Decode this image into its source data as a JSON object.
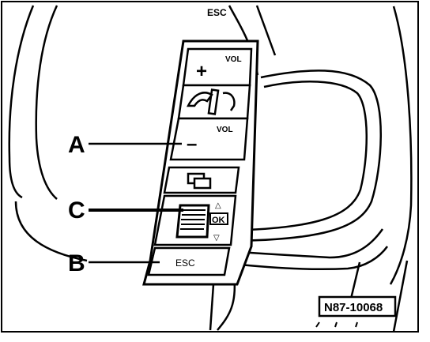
{
  "top_label": "ESC",
  "callouts": {
    "a": "A",
    "b": "B",
    "c": "C"
  },
  "keypad": {
    "vol_up": {
      "symbol": "+",
      "label": "VOL"
    },
    "vol_down": {
      "symbol": "–",
      "label": "VOL"
    },
    "phone_icon": "phone-icon",
    "menu_icon": "menu-screen-icon",
    "ok_rocker": {
      "label": "OK",
      "up_arrow": "△",
      "down_arrow": "▽"
    },
    "esc": {
      "label": "ESC"
    }
  },
  "reference_code": "N87-10068"
}
